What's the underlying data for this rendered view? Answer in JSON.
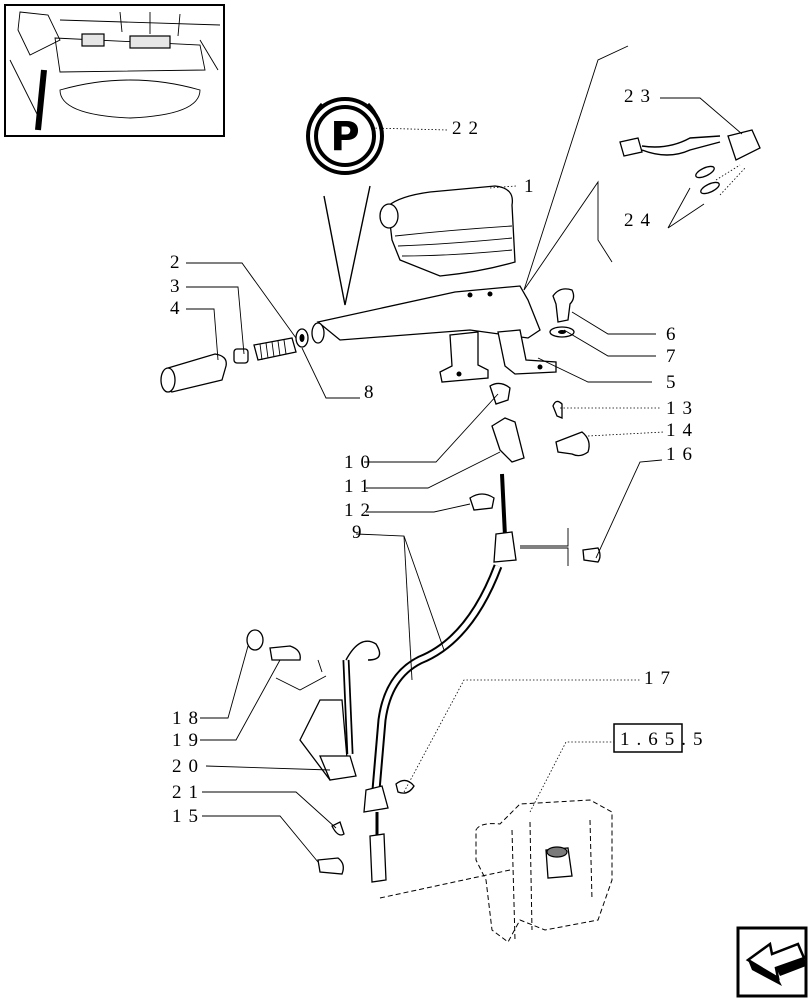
{
  "callouts": [
    {
      "id": "c1",
      "label": "1"
    },
    {
      "id": "c2",
      "label": "2"
    },
    {
      "id": "c3",
      "label": "3"
    },
    {
      "id": "c4",
      "label": "4"
    },
    {
      "id": "c5",
      "label": "5"
    },
    {
      "id": "c6",
      "label": "6"
    },
    {
      "id": "c7",
      "label": "7"
    },
    {
      "id": "c8",
      "label": "8"
    },
    {
      "id": "c9",
      "label": "9"
    },
    {
      "id": "c10",
      "label": "10"
    },
    {
      "id": "c11",
      "label": "11"
    },
    {
      "id": "c12",
      "label": "12"
    },
    {
      "id": "c13",
      "label": "13"
    },
    {
      "id": "c14",
      "label": "14"
    },
    {
      "id": "c15",
      "label": "15"
    },
    {
      "id": "c16",
      "label": "16"
    },
    {
      "id": "c17",
      "label": "17"
    },
    {
      "id": "c18",
      "label": "18"
    },
    {
      "id": "c19",
      "label": "19"
    },
    {
      "id": "c20",
      "label": "20"
    },
    {
      "id": "c21",
      "label": "21"
    },
    {
      "id": "c22",
      "label": "22"
    },
    {
      "id": "c23",
      "label": "23"
    },
    {
      "id": "c24",
      "label": "24"
    }
  ],
  "parking_symbol": "P",
  "reference": "1.65.5",
  "icons": {
    "parking": "parking-brake-symbol-icon",
    "nav": "back-arrow-icon"
  }
}
